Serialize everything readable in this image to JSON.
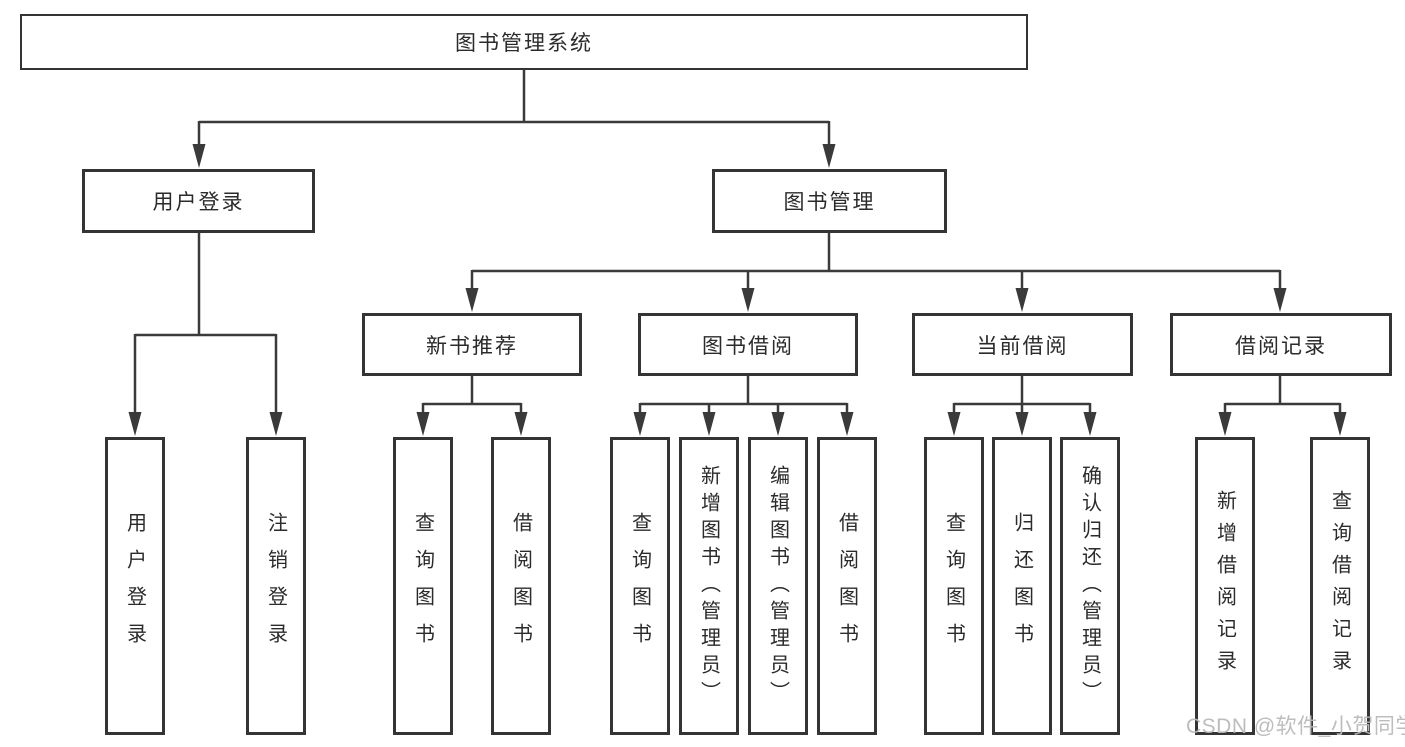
{
  "diagram": {
    "root": {
      "label": "图书管理系统"
    },
    "level2": [
      {
        "label": "用户登录"
      },
      {
        "label": "图书管理"
      }
    ],
    "level3": [
      {
        "label": "新书推荐",
        "parent": "图书管理"
      },
      {
        "label": "图书借阅",
        "parent": "图书管理"
      },
      {
        "label": "当前借阅",
        "parent": "图书管理"
      },
      {
        "label": "借阅记录",
        "parent": "图书管理"
      }
    ],
    "leaves": [
      {
        "label": "用户登录",
        "parent": "用户登录"
      },
      {
        "label": "注销登录",
        "parent": "用户登录"
      },
      {
        "label": "查询图书",
        "parent": "新书推荐"
      },
      {
        "label": "借阅图书",
        "parent": "新书推荐"
      },
      {
        "label": "查询图书",
        "parent": "图书借阅"
      },
      {
        "label": "新增图书（管理员）",
        "parent": "图书借阅"
      },
      {
        "label": "编辑图书（管理员）",
        "parent": "图书借阅"
      },
      {
        "label": "借阅图书",
        "parent": "图书借阅"
      },
      {
        "label": "查询图书",
        "parent": "当前借阅"
      },
      {
        "label": "归还图书",
        "parent": "当前借阅"
      },
      {
        "label": "确认归还（管理员）",
        "parent": "当前借阅"
      },
      {
        "label": "新增借阅记录",
        "parent": "借阅记录"
      },
      {
        "label": "查询借阅记录",
        "parent": "借阅记录"
      }
    ],
    "colors": {
      "line": "#3a3a3a",
      "box_border": "#343434",
      "box_fill": "#ffffff",
      "text": "#2b2b2b",
      "watermark": "#b9b9b9"
    },
    "watermark": "CSDN @软件_小贺同学"
  }
}
